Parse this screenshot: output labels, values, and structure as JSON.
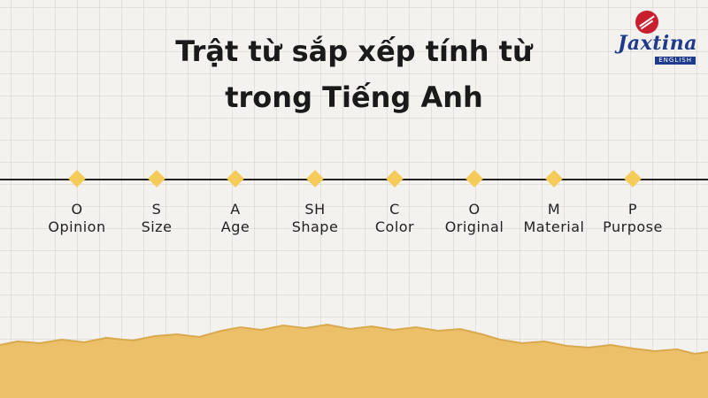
{
  "title": {
    "line1": "Trật từ sắp xếp tính từ",
    "line2": "trong Tiếng Anh"
  },
  "logo": {
    "name": "Jaxtina",
    "sub": "ENGLISH",
    "icon": "ball-icon",
    "brand_color": "#1f3b8c",
    "accent_color": "#c81e2d"
  },
  "steps": [
    {
      "letter": "O",
      "word": "Opinion"
    },
    {
      "letter": "S",
      "word": "Size"
    },
    {
      "letter": "A",
      "word": "Age"
    },
    {
      "letter": "SH",
      "word": "Shape"
    },
    {
      "letter": "C",
      "word": "Color"
    },
    {
      "letter": "O",
      "word": "Original"
    },
    {
      "letter": "M",
      "word": "Material"
    },
    {
      "letter": "P",
      "word": "Purpose"
    }
  ],
  "colors": {
    "diamond": "#f5cb59",
    "paper_bottom": "#ecc068",
    "background": "#f3f2ef"
  }
}
